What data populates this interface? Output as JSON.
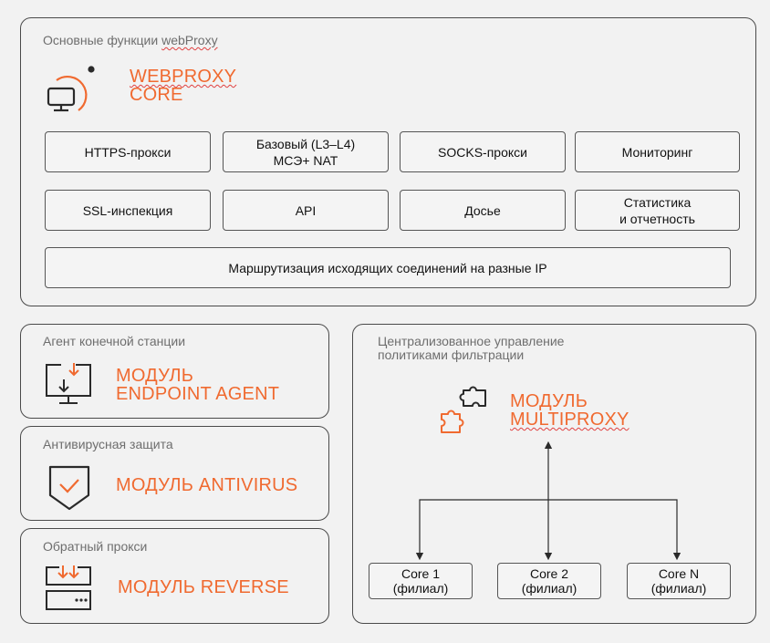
{
  "core": {
    "caption_prefix": "Основные функции ",
    "caption_product": "webProxy",
    "title_line1": "WEBPROXY",
    "title_line2": "CORE",
    "features": [
      "HTTPS-прокси",
      "Базовый (L3–L4)\nМСЭ+ NAT",
      "SOCKS-прокси",
      "Мониторинг",
      "SSL-инспекция",
      "API",
      "Досье",
      "Статистика\nи отчетность"
    ],
    "routing": "Маршрутизация исходящих соединений на разные IP"
  },
  "endpoint": {
    "caption": "Агент конечной станции",
    "title_line1": "МОДУЛЬ",
    "title_line2": "ENDPOINT AGENT"
  },
  "antivirus": {
    "caption": "Антивирусная защита",
    "title": "МОДУЛЬ ANTIVIRUS"
  },
  "reverse": {
    "caption": "Обратный прокси",
    "title": "МОДУЛЬ REVERSE"
  },
  "multiproxy": {
    "caption_line1": "Централизованное управление",
    "caption_line2": "политиками фильтрации",
    "title_line1": "МОДУЛЬ",
    "title_line2": "MULTIPROXY",
    "branches": [
      "Core 1\n(филиал)",
      "Core 2\n(филиал)",
      "Core N\n(филиал)"
    ]
  },
  "colors": {
    "accent": "#f06a30",
    "border": "#4a4a4a",
    "caption": "#6e6e6e",
    "background": "#f2f2f2"
  },
  "icons": [
    "monitor-orbit-icon",
    "monitor-download-icon",
    "shield-check-icon",
    "server-download-icon",
    "puzzle-icon"
  ]
}
